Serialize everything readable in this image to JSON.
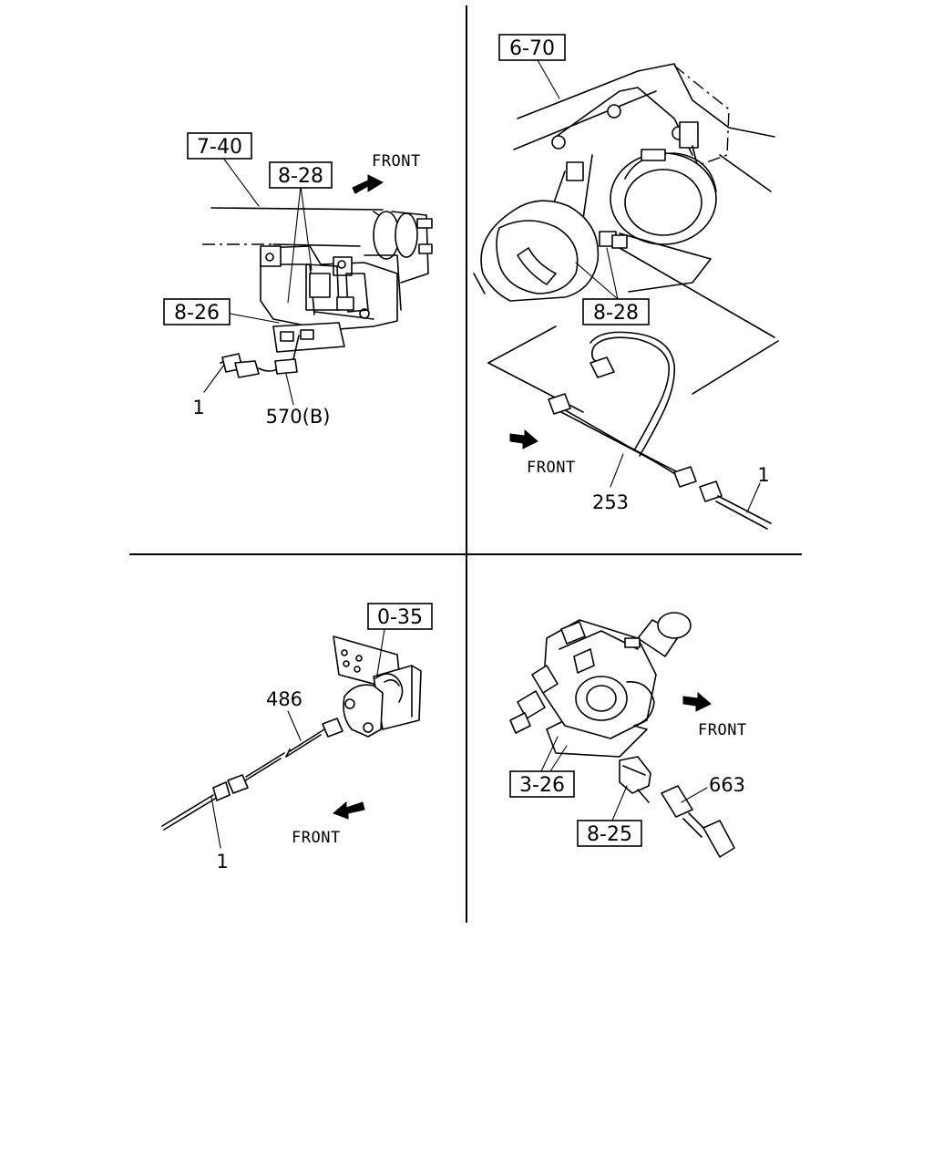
{
  "labels": {
    "front": "FRONT",
    "q1": {
      "ref_main": "7-40",
      "ref_sensor": "8-28",
      "ref_bracket": "8-26",
      "part_harness": "1",
      "part_connector": "570(B)"
    },
    "q2": {
      "ref_main": "6-70",
      "ref_horn": "8-28",
      "part_harness": "1",
      "part_wire": "253"
    },
    "q3": {
      "ref_main": "0-35",
      "part_wire": "486",
      "part_harness": "1"
    },
    "q4": {
      "ref_main": "3-26",
      "ref_switch": "8-25",
      "part_connector": "663"
    }
  }
}
